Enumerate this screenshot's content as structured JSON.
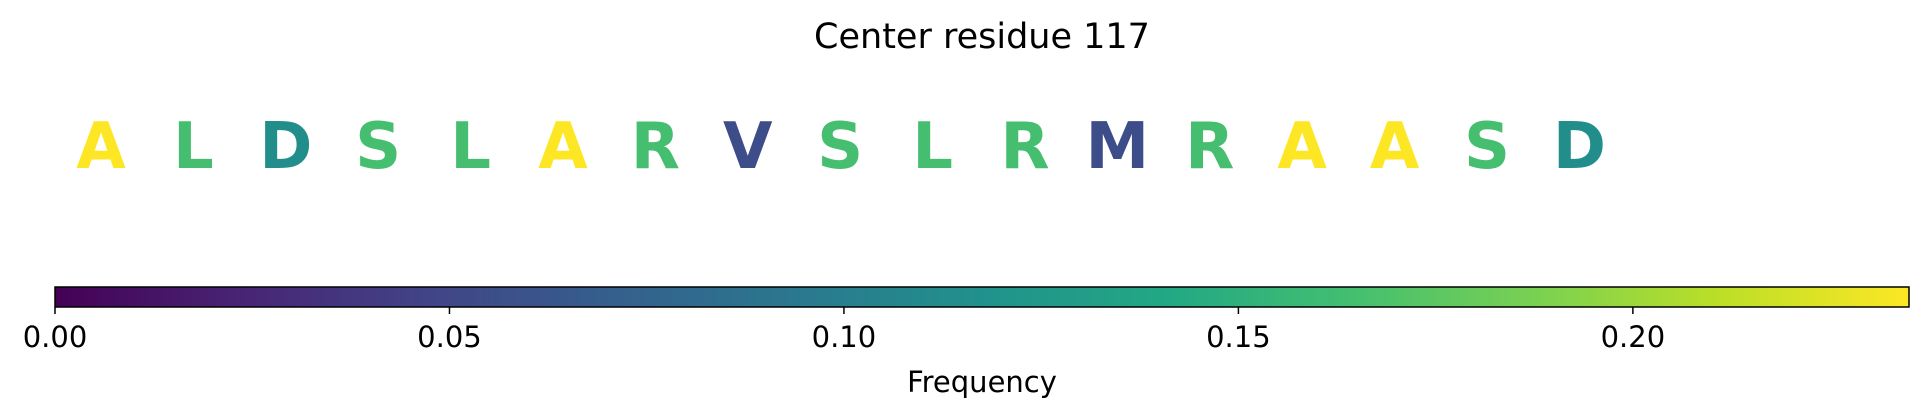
{
  "chart_data": {
    "type": "sequence-logo",
    "title": "Center residue 117",
    "residues": [
      {
        "letter": "A",
        "frequency": 0.235
      },
      {
        "letter": "L",
        "frequency": 0.165
      },
      {
        "letter": "D",
        "frequency": 0.115
      },
      {
        "letter": "S",
        "frequency": 0.165
      },
      {
        "letter": "L",
        "frequency": 0.165
      },
      {
        "letter": "A",
        "frequency": 0.235
      },
      {
        "letter": "R",
        "frequency": 0.165
      },
      {
        "letter": "V",
        "frequency": 0.055
      },
      {
        "letter": "S",
        "frequency": 0.165
      },
      {
        "letter": "L",
        "frequency": 0.165
      },
      {
        "letter": "R",
        "frequency": 0.165
      },
      {
        "letter": "M",
        "frequency": 0.055
      },
      {
        "letter": "R",
        "frequency": 0.165
      },
      {
        "letter": "A",
        "frequency": 0.235
      },
      {
        "letter": "A",
        "frequency": 0.235
      },
      {
        "letter": "S",
        "frequency": 0.165
      },
      {
        "letter": "D",
        "frequency": 0.115
      }
    ],
    "colorbar": {
      "label": "Frequency",
      "colormap": "viridis",
      "range": [
        0,
        0.235
      ],
      "ticks": [
        0.0,
        0.05,
        0.1,
        0.15,
        0.2
      ],
      "tick_labels": [
        "0.00",
        "0.05",
        "0.10",
        "0.15",
        "0.20"
      ]
    }
  }
}
